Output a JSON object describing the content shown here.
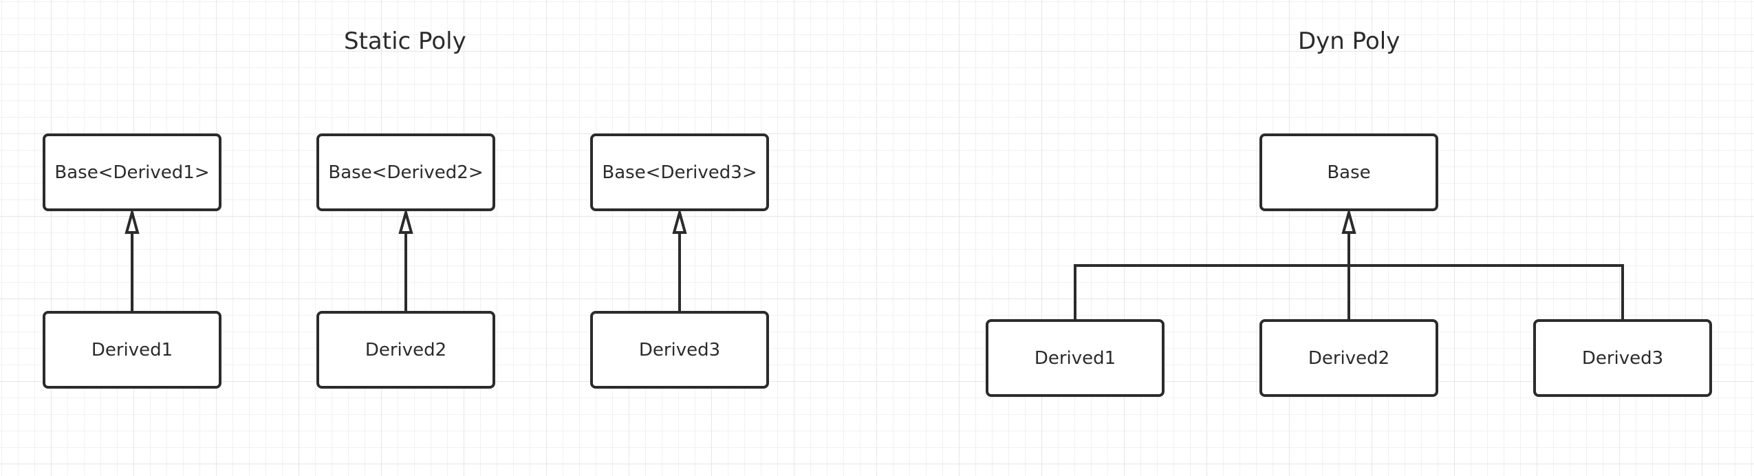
{
  "static_poly": {
    "title": "Static Poly",
    "bases": [
      "Base<Derived1>",
      "Base<Derived2>",
      "Base<Derived3>"
    ],
    "derived": [
      "Derived1",
      "Derived2",
      "Derived3"
    ]
  },
  "dyn_poly": {
    "title": "Dyn Poly",
    "base": "Base",
    "derived": [
      "Derived1",
      "Derived2",
      "Derived3"
    ]
  },
  "colors": {
    "stroke": "#2b2b2b",
    "grid_major": "#e6e6e6",
    "grid_minor": "#f1f1f1",
    "background": "#ffffff"
  }
}
